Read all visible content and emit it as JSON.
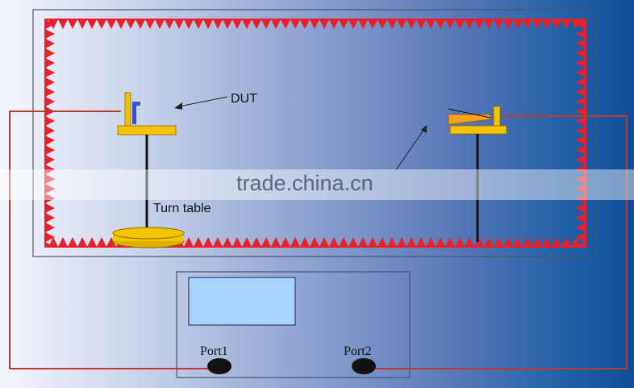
{
  "labels": {
    "dut": "DUT",
    "turn_table": "Turn table",
    "port1": "Port1",
    "port2": "Port2"
  },
  "watermark": "trade.china.cn",
  "colors": {
    "absorber": "#e8202a",
    "cable": "#c0392b",
    "fixture_yellow": "#f5c400",
    "horn_orange": "#f7a21a",
    "screen": "#a8d4ff",
    "antenna_blue": "#3a4fc8"
  }
}
